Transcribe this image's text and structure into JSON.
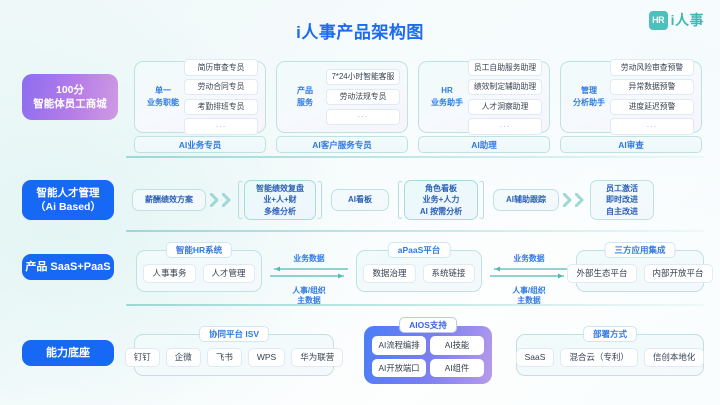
{
  "header": {
    "title": "i人事产品架构图",
    "logo_mark": "HR",
    "logo_text": "i人事"
  },
  "rows": {
    "agents": {
      "left_label": "100分\n智能体员工商城",
      "panels": [
        {
          "category": "单一\n业务职能",
          "items": [
            "简历审查专员",
            "劳动合同专员",
            "考勤排班专员",
            "···"
          ],
          "footer": "AI业务专员"
        },
        {
          "category": "产品\n服务",
          "items": [
            "7*24小时智能客服",
            "劳动法规专员",
            "···"
          ],
          "footer": "AI客户服务专员"
        },
        {
          "category": "HR\n业务助手",
          "items": [
            "员工自助服务助理",
            "绩效制定辅助助理",
            "人才洞察助理",
            "···"
          ],
          "footer": "AI助理"
        },
        {
          "category": "管理\n分析助手",
          "items": [
            "劳动风险审查预警",
            "异常数据预警",
            "进度延迟预警",
            "···"
          ],
          "footer": "AI审查"
        }
      ]
    },
    "talent": {
      "left_label": "智能人才管理\n（Ai Based）",
      "steps": [
        {
          "text": "薪酬绩效方案",
          "style": "short"
        },
        {
          "text": "智能绩效复盘\n业+人+财\n多维分析",
          "style": "tall"
        },
        {
          "text": "AI看板",
          "style": "short"
        },
        {
          "text": "角色看板\n业务+人力\nAI 按需分析",
          "style": "tall"
        },
        {
          "text": "AI辅助跟踪",
          "style": "short"
        },
        {
          "text": "员工激活\n即时改进\n自主改进",
          "style": "tall"
        }
      ]
    },
    "product": {
      "left_label": "产品 SaaS+PaaS",
      "groups": [
        {
          "title": "智能HR系统",
          "chips": [
            "人事事务",
            "人才管理"
          ]
        },
        {
          "title": "aPaaS平台",
          "chips": [
            "数据治理",
            "系统链接"
          ]
        },
        {
          "title": "三方应用集成",
          "chips": [
            "外部生态平台",
            "内部开放平台"
          ]
        }
      ],
      "transfers": [
        {
          "top": "业务数据",
          "bottom": "人事/组织\n主数据"
        },
        {
          "top": "业务数据",
          "bottom": "人事/组织\n主数据"
        }
      ]
    },
    "foundation": {
      "left_label": "能力底座",
      "isv": {
        "title": "协同平台 ISV",
        "chips": [
          "钉钉",
          "企微",
          "飞书",
          "WPS",
          "华为联营"
        ]
      },
      "aios": {
        "title": "AIOS支持",
        "chips": [
          "AI流程编排",
          "AI技能",
          "AI开放端口",
          "AI组件"
        ]
      },
      "deploy": {
        "title": "部署方式",
        "chips": [
          "SaaS",
          "混合云（专利）",
          "信创本地化"
        ]
      }
    }
  },
  "colors": {
    "accent_blue": "#1668f5",
    "teal": "#4cc0bd",
    "purple": "#8d6df0"
  }
}
